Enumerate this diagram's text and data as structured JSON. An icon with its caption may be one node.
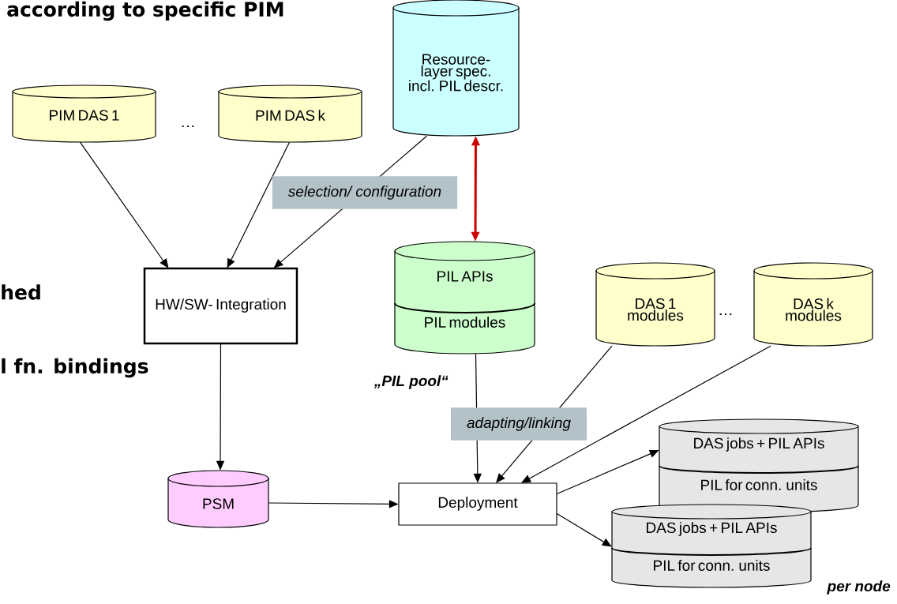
{
  "diagram": {
    "nodes": [
      {
        "text": [
          "PIM DAS 1"
        ]
      },
      {
        "text": [
          "PIM DAS k"
        ]
      },
      {
        "text": [
          "Resource- layer spec. incl. PIL descr."
        ]
      },
      {
        "text": [
          "HW/SW- Integration"
        ]
      },
      {
        "text": [
          "PIL APIs",
          "PIL modules"
        ],
        "beside": [
          "„PIL pool“"
        ]
      },
      {
        "text": [
          "DAS 1 modules"
        ]
      },
      {
        "text": [
          "DAS k modules"
        ]
      },
      {
        "text": [
          "PSM"
        ]
      },
      {
        "text": [
          "Deployment"
        ]
      },
      {
        "text": [
          "DAS jobs + PIL APIs",
          "PIL for conn. units"
        ]
      },
      {
        "text": [
          "DAS jobs + PIL APIs",
          "PIL for conn. units"
        ]
      }
    ],
    "edges": [
      {
        "from": 0,
        "to": 3,
        "arrow": "to"
      },
      {
        "from": 1,
        "to": 3,
        "arrow": "to"
      },
      {
        "from": 2,
        "to": 3,
        "arrow": "to",
        "label": "selection/ configuration"
      },
      {
        "from": 2,
        "to": 4,
        "arrow": "both",
        "style": "thick",
        "color": "#cc0000"
      },
      {
        "from": 3,
        "to": 7,
        "arrow": "to"
      },
      {
        "from": 7,
        "to": 8,
        "arrow": "to"
      },
      {
        "from": 4,
        "to": 8,
        "arrow": "to",
        "label": "adapting/linking"
      },
      {
        "from": 5,
        "to": 8,
        "arrow": "to"
      },
      {
        "from": 6,
        "to": 8,
        "arrow": "to"
      },
      {
        "from": 8,
        "to": 9,
        "arrow": "to"
      },
      {
        "from": 8,
        "to": 10,
        "arrow": "to"
      }
    ],
    "labels": [
      "according to specific PIM",
      "…",
      "hed",
      "l fn. bindings",
      "…",
      "per node"
    ]
  }
}
